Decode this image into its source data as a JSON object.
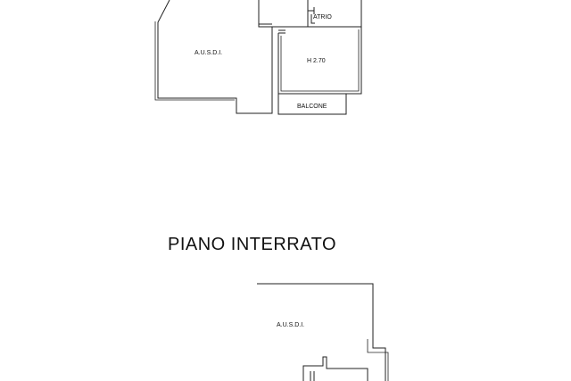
{
  "floor_plan": {
    "upper_level": {
      "rooms": {
        "ausdi": "A.U.S.D.I.",
        "atrio": "ATRIO",
        "room_height": "H 2.70",
        "balcone": "BALCONE"
      }
    },
    "basement": {
      "title": "PIANO INTERRATO",
      "rooms": {
        "ausdi": "A.U.S.D.I."
      }
    }
  }
}
